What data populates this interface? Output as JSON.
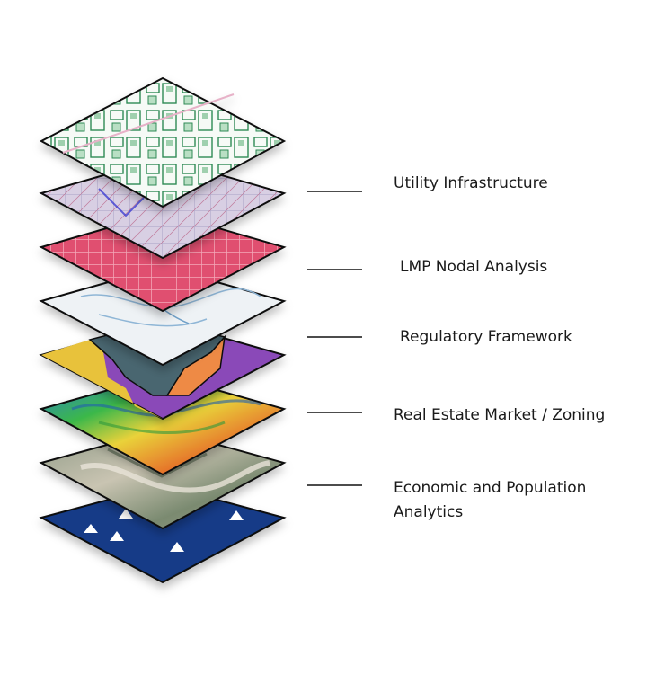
{
  "diagram": {
    "layers": [
      {
        "label": "Utility Infrastructure",
        "type": "parcel-map"
      },
      {
        "label": "",
        "type": "road-map"
      },
      {
        "label": "LMP Nodal Analysis",
        "type": "grid-map"
      },
      {
        "label": "Regulatory Framework",
        "type": "hydrology-map"
      },
      {
        "label": "",
        "type": "region-map"
      },
      {
        "label": "Real Estate Market / Zoning",
        "type": "elevation-heatmap"
      },
      {
        "label": "",
        "type": "satellite-imagery"
      },
      {
        "label": "Economic and Population Analytics",
        "type": "point-marker-map"
      }
    ],
    "labels": {
      "utility": "Utility Infrastructure",
      "lmp": "LMP Nodal Analysis",
      "regulatory": "Regulatory Framework",
      "real_estate": "Real Estate Market / Zoning",
      "economic_line1": "Economic and Population",
      "economic_line2": "Analytics"
    },
    "colors": {
      "grid_layer": "#e0506f",
      "marker_layer": "#123a87",
      "region_yellow": "#e8c23a",
      "region_slate": "#4a6670",
      "region_orange": "#ee8a44",
      "region_purple": "#8a4ab8",
      "leader_line": "#111111"
    }
  }
}
